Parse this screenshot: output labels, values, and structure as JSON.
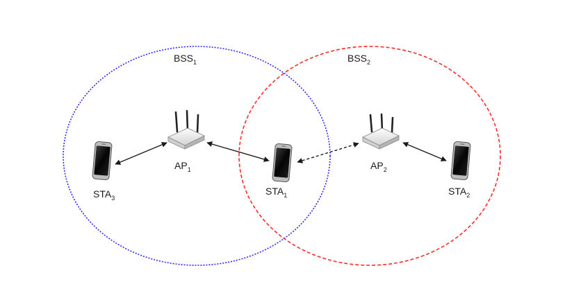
{
  "bss": [
    {
      "id": "bss1",
      "label": "BSS",
      "sub": "1",
      "color": "#2a2aff"
    },
    {
      "id": "bss2",
      "label": "BSS",
      "sub": "2",
      "color": "#ff2a2a"
    }
  ],
  "nodes": {
    "ap1": {
      "label": "AP",
      "sub": "1",
      "icon": "wifi-router-icon"
    },
    "ap2": {
      "label": "AP",
      "sub": "2",
      "icon": "wifi-router-icon"
    },
    "sta1": {
      "label": "STA",
      "sub": "1",
      "icon": "smartphone-icon"
    },
    "sta2": {
      "label": "STA",
      "sub": "2",
      "icon": "smartphone-icon"
    },
    "sta3": {
      "label": "STA",
      "sub": "3",
      "icon": "smartphone-icon"
    }
  },
  "links": [
    {
      "from": "sta3",
      "to": "ap1",
      "style": "solid"
    },
    {
      "from": "ap1",
      "to": "sta1",
      "style": "solid"
    },
    {
      "from": "sta1",
      "to": "ap2",
      "style": "dashed"
    },
    {
      "from": "ap2",
      "to": "sta2",
      "style": "solid"
    }
  ]
}
